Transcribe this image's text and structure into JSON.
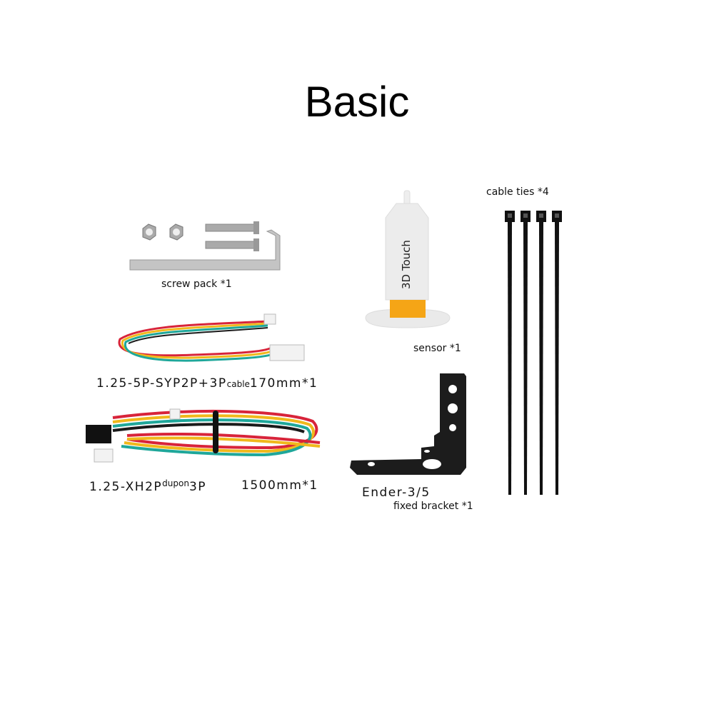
{
  "title": "Basic",
  "items": {
    "screw_pack": {
      "name": "screw pack",
      "qty": "*1"
    },
    "short_cable": {
      "spec": "1.25-5P-SYP2P+3P",
      "kind": "cable",
      "length": "170mm*1"
    },
    "long_cable": {
      "spec": "1.25-XH2P",
      "kind": "dupon",
      "spec2": "3P",
      "length": "1500mm*1"
    },
    "sensor": {
      "name": "sensor",
      "qty": "*1",
      "print": "3D Touch"
    },
    "bracket": {
      "model": "Ender-3/5",
      "name": "fixed bracket",
      "qty": "*1"
    },
    "cable_ties": {
      "name": "cable ties",
      "qty": "*4"
    }
  },
  "colors": {
    "wire_red": "#d8243a",
    "wire_yellow": "#f0b81c",
    "wire_teal": "#1fa79a",
    "wire_black": "#1a1a1a",
    "sensor_orange": "#f5a516",
    "metal": "#b8b8b8"
  }
}
